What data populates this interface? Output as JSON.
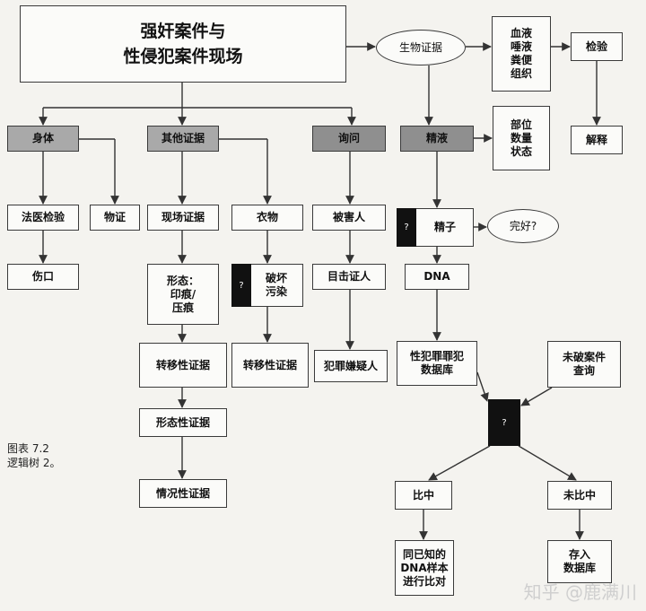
{
  "title": "强奸案件与\n性侵犯案件现场",
  "nodes": {
    "bio_evidence": "生物证据",
    "fluids": "血液\n唾液\n粪便\n组织",
    "test": "检验",
    "interpret": "解释",
    "body": "身体",
    "other_evidence": "其他证据",
    "inquiry": "询问",
    "semen": "精液",
    "semen_attrs": "部位\n数量\n状态",
    "forensic_exam": "法医检验",
    "physical_evidence": "物证",
    "scene_evidence": "现场证据",
    "clothing": "衣物",
    "victim": "被害人",
    "sperm": "精子",
    "intact": "完好?",
    "wound": "伤口",
    "morphology": "形态：\n印痕/\n压痕",
    "damage": "破坏\n污染",
    "witness": "目击证人",
    "dna": "DNA",
    "transfer1": "转移性证据",
    "transfer2": "转移性证据",
    "suspect": "犯罪嫌疑人",
    "sex_offender_db": "性犯罪罪犯\n数据库",
    "unsolved_query": "未破案件\n查询",
    "form_evidence": "形态性证据",
    "situation_evidence": "情况性证据",
    "match": "比中",
    "no_match": "未比中",
    "compare": "同已知的\nDNA样本\n进行比对",
    "store": "存入\n数据库"
  },
  "question_mark": "?",
  "caption": "图表 7.2\n逻辑树 2。",
  "watermark": "知乎 @鹿满川"
}
